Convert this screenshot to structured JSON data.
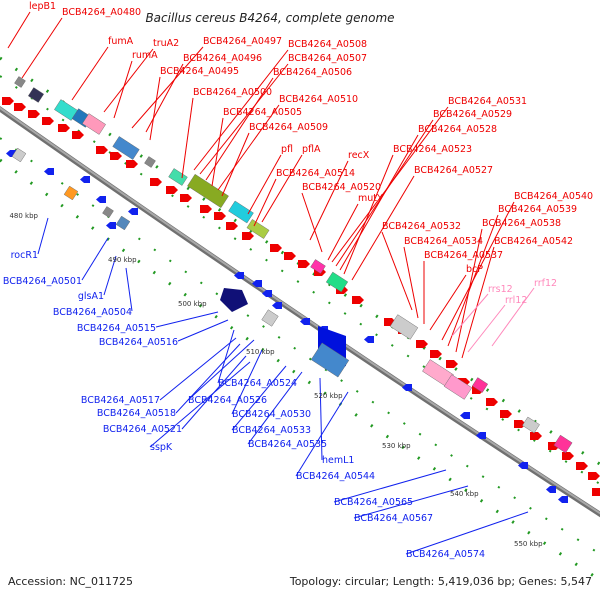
{
  "title": "Bacillus cereus B4264, complete genome",
  "footer": {
    "accession": "Accession: NC_011725",
    "stats": "Topology: circular; Length: 5,419,036 bp; Genes: 5,547"
  },
  "colors": {
    "forward": "#ee0000",
    "reverse": "#1122ee",
    "rna": "#ff88bb",
    "backbone": "#8a8a8a"
  },
  "ticks": [
    {
      "id": "t480",
      "label": "480 kbp"
    },
    {
      "id": "t490",
      "label": "490 kbp"
    },
    {
      "id": "t500",
      "label": "500 kbp"
    },
    {
      "id": "t510",
      "label": "510 kbp"
    },
    {
      "id": "t520",
      "label": "520 kbp"
    },
    {
      "id": "t530",
      "label": "530 kbp"
    },
    {
      "id": "t540",
      "label": "540 kbp"
    },
    {
      "id": "t550",
      "label": "550 kbp"
    }
  ],
  "forward_genes": [
    "lepB1",
    "BCB4264_A0480",
    "fumA",
    "truA2",
    "rumA",
    "BCB4264_A0497",
    "BCB4264_A0496",
    "BCB4264_A0495",
    "BCB4264_A0508",
    "BCB4264_A0507",
    "BCB4264_A0506",
    "BCB4264_A0500",
    "BCB4264_A0510",
    "BCB4264_A0505",
    "BCB4264_A0509",
    "pfl",
    "pflA",
    "recX",
    "BCB4264_A0514",
    "BCB4264_A0520",
    "mutY",
    "BCB4264_A0531",
    "BCB4264_A0529",
    "BCB4264_A0528",
    "BCB4264_A0523",
    "BCB4264_A0527",
    "BCB4264_A0532",
    "BCB4264_A0534",
    "BCB4264_A0537",
    "bcP",
    "BCB4264_A0540",
    "BCB4264_A0539",
    "BCB4264_A0538",
    "BCB4264_A0542"
  ],
  "rna_genes": [
    "rrs12",
    "rrl12",
    "rrf12"
  ],
  "reverse_genes": [
    "rocR1",
    "BCB4264_A0501",
    "glsA1",
    "BCB4264_A0504",
    "BCB4264_A0515",
    "BCB4264_A0516",
    "BCB4264_A0524",
    "BCB4264_A0517",
    "BCB4264_A0518",
    "BCB4264_A0526",
    "BCB4264_A0530",
    "BCB4264_A0521",
    "sspK",
    "BCB4264_A0533",
    "BCB4264_A0535",
    "hemL1",
    "BCB4264_A0544",
    "BCB4264_A0565",
    "BCB4264_A0567",
    "BCB4264_A0574"
  ]
}
